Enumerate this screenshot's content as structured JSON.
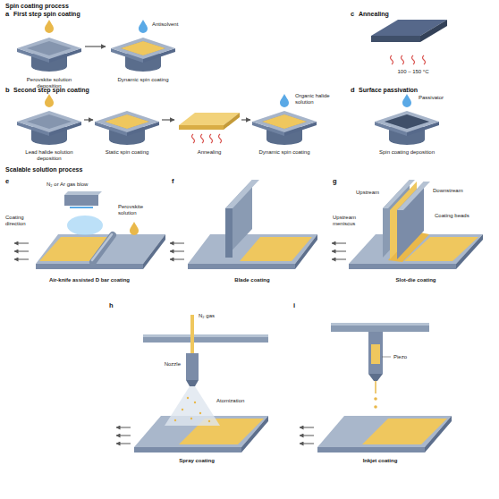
{
  "diagram": {
    "labels": [
      "Spin coating process",
      "a",
      "First step spin coating",
      "Perovskite solution deposition",
      "Antisolvent",
      "Dynamic spin coating",
      "b",
      "Second step spin coating",
      "Lead halide solution deposition",
      "Static spin coating",
      "Annealing",
      "Organic halide solution",
      "Dynamic spin coating",
      "c",
      "Annealing",
      "100 – 150 °C",
      "d",
      "Surface passivation",
      "Passivator",
      "Spin coating deposition",
      "Scalable solution process",
      "e",
      "N₂ or Ar gas blow",
      "Coating direction",
      "Perovskite solution",
      "Air-knife assisted D bar coating",
      "f",
      "Blade coating",
      "g",
      "Upstream",
      "Downstream",
      "Upstream meniscus",
      "Coating beads",
      "Slot-die coating",
      "h",
      "N₂ gas",
      "Nozzle",
      "Atomization",
      "Spray coating",
      "i",
      "Piezo",
      "Inkjet coating"
    ]
  }
}
